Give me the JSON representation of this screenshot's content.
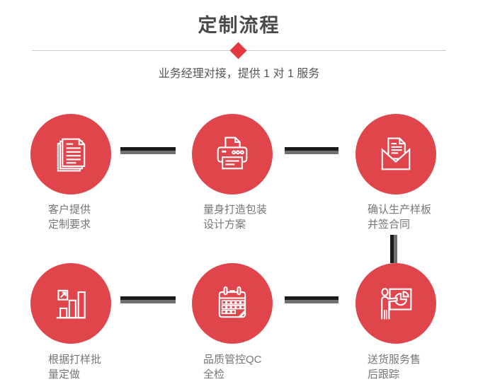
{
  "header": {
    "title": "定制流程",
    "subtitle": "业务经理对接，提供 1 对 1 服务"
  },
  "colors": {
    "circle_red": "#e0454b",
    "diamond_red": "#e2383f",
    "title_gray": "#4a4a4a",
    "subtitle_gray": "#555555",
    "label_gray": "#767676",
    "divider_gray": "#cccccc",
    "connector_dark": "#1b1b1b",
    "connector_gray": "#707070"
  },
  "steps": [
    {
      "icon": "documents-icon",
      "label_line1": "客户提供",
      "label_line2": "定制要求"
    },
    {
      "icon": "printer-icon",
      "label_line1": "量身打造包装",
      "label_line2": "设计方案"
    },
    {
      "icon": "envelope-icon",
      "label_line1": "确认生产样板",
      "label_line2": "并签合同"
    },
    {
      "icon": "bar-chart-icon",
      "label_line1": "根据打样批",
      "label_line2": "量定做"
    },
    {
      "icon": "calendar-icon",
      "label_line1": "品质管控QC",
      "label_line2": "全检"
    },
    {
      "icon": "presentation-icon",
      "label_line1": "送货服务售",
      "label_line2": "后跟踪"
    }
  ]
}
